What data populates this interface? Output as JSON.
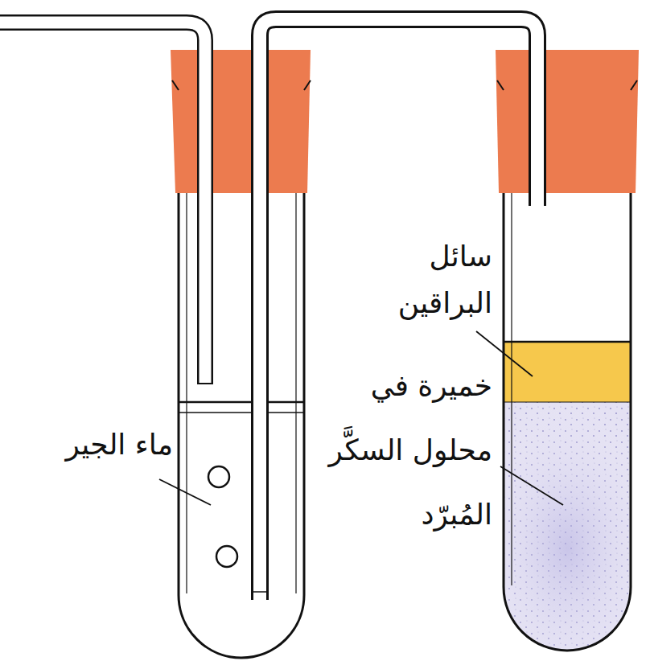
{
  "diagram": {
    "labels": [
      "ماء الجير",
      "سائل البراقين",
      "خميرة في محلول السكَّر المُبرّد"
    ]
  }
}
